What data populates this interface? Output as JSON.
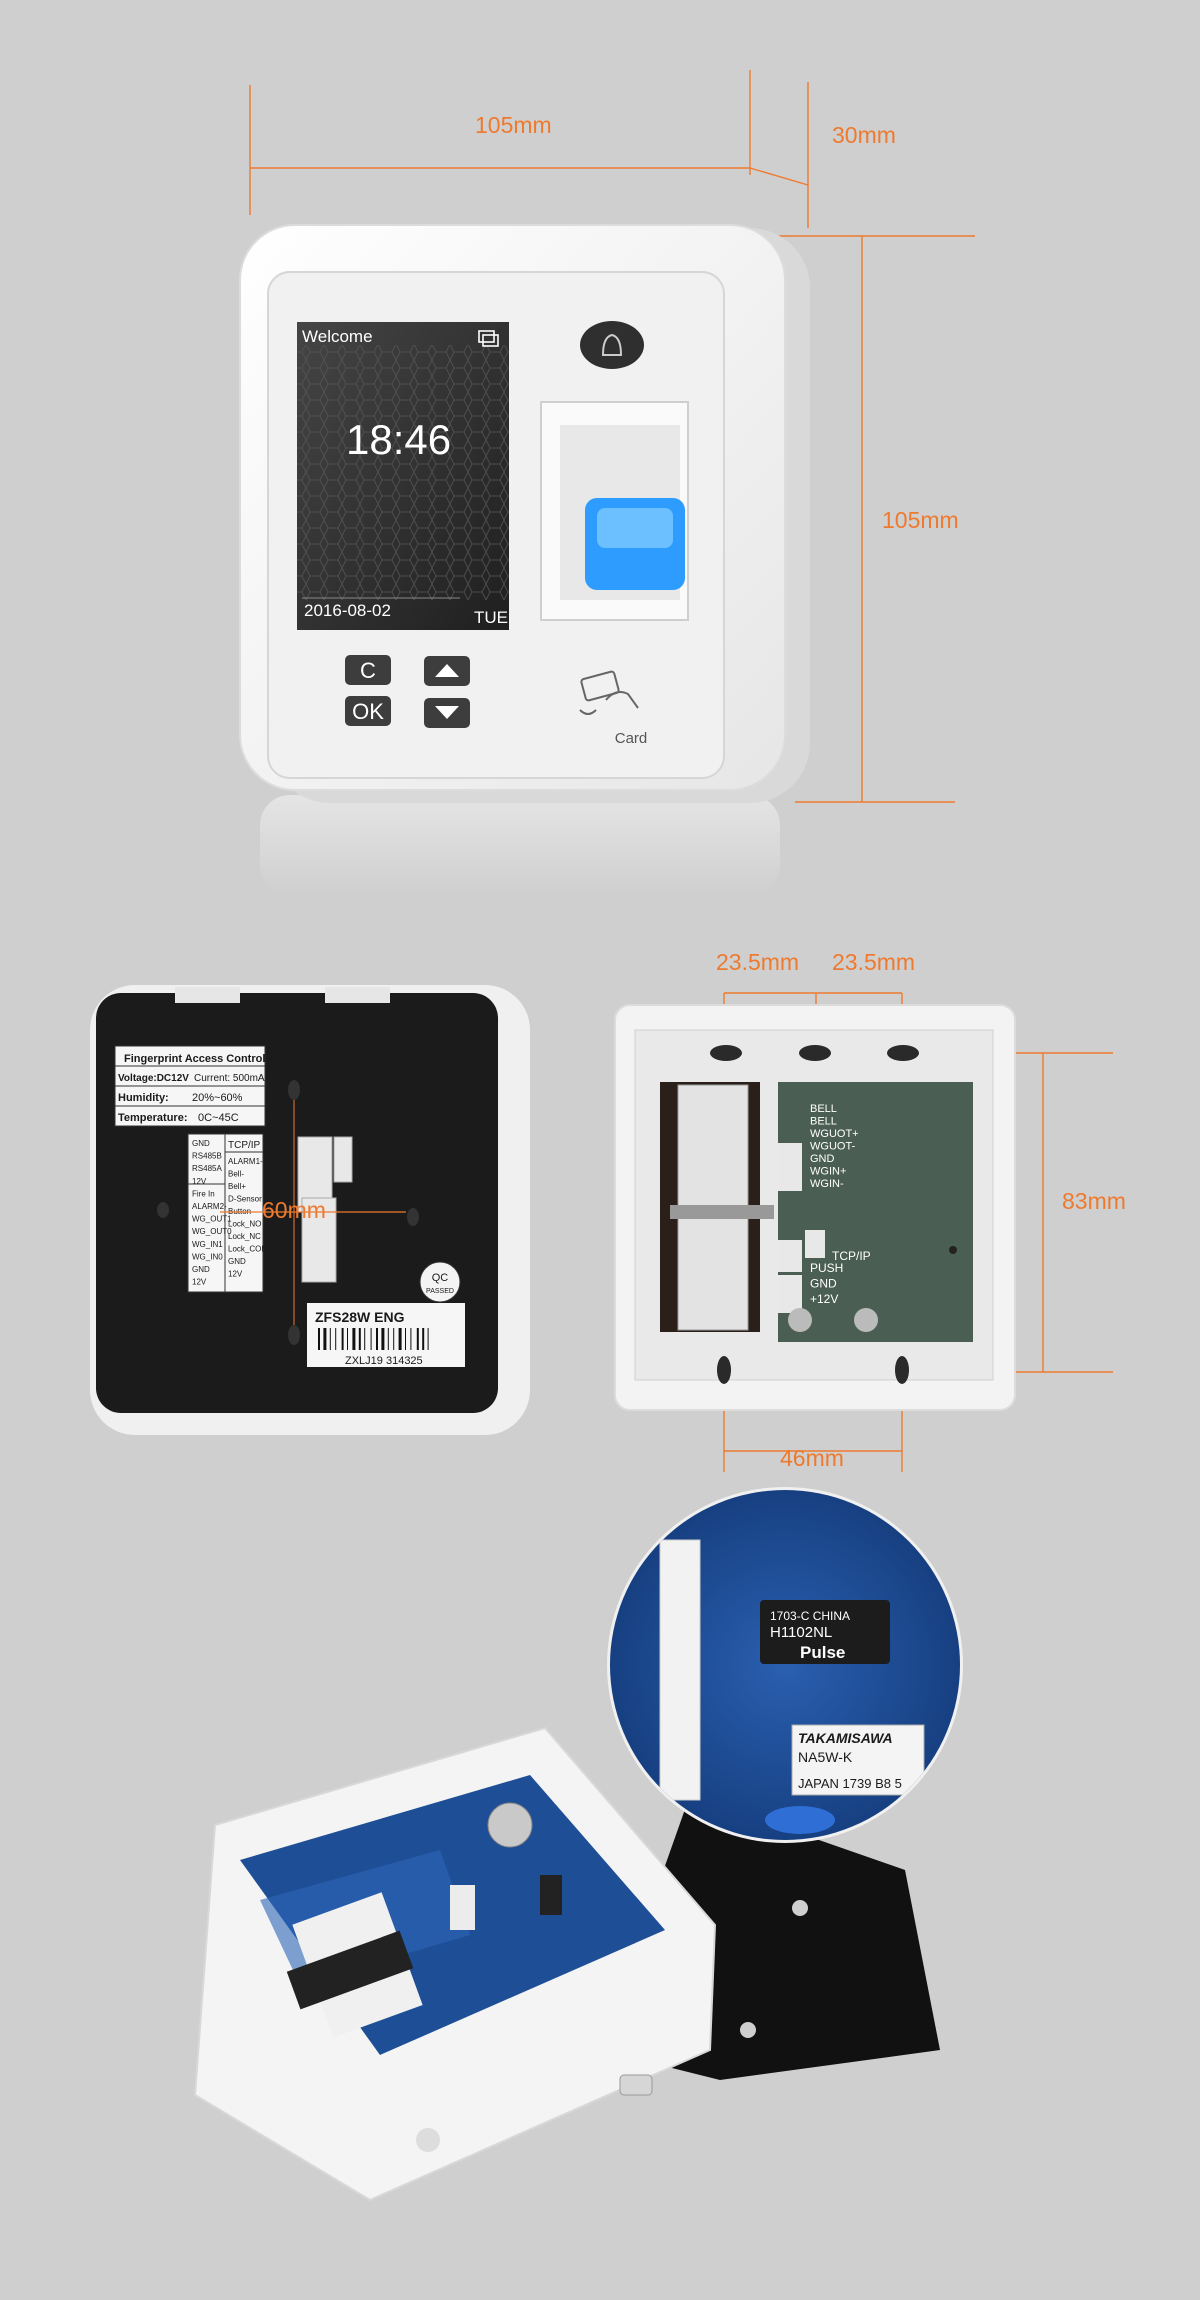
{
  "colors": {
    "background": "#cfcfcf",
    "dimension_lines": "#ee7a2f",
    "device_body": "#f4f4f4",
    "screen": "#2c2c2c",
    "sensor_glow": "#2e9cff",
    "pcb": "#1e4f96"
  },
  "front_view": {
    "dim_width": "105mm",
    "dim_depth": "30mm",
    "dim_height": "105mm",
    "screen": {
      "welcome": "Welcome",
      "time": "18:46",
      "date": "2016-08-02",
      "weekday": "TUE"
    },
    "keys": {
      "c": "C",
      "ok": "OK"
    },
    "card_label": "Card",
    "icons": [
      "monitor-icon",
      "bell-icon",
      "arrow-up-icon",
      "arrow-down-icon",
      "card-tap-icon"
    ]
  },
  "back_view": {
    "spec_title": "Fingerprint Access Controller",
    "voltage": "Voltage:DC12V",
    "current": "Current: 500mA",
    "humidity_label": "Humidity:",
    "humidity_value": "20%~60%",
    "temperature_label": "Temperature:",
    "temperature_value": "0C~45C",
    "pins_left": [
      "GND",
      "RS485B",
      "RS485A",
      "12V",
      "Fire In",
      "ALARM2-",
      "WG_OUT1",
      "WG_OUT0",
      "WG_IN1",
      "WG_IN0",
      "GND",
      "12V"
    ],
    "pins_mid_title": "TCP/IP",
    "pins_mid": [
      "ALARM1-",
      "Bell-",
      "Bell+",
      "D-Sensor",
      "Button",
      "Lock_NO",
      "Lock_NC",
      "Lock_COM",
      "GND",
      "12V"
    ],
    "dim_mount": "60mm",
    "qc_1": "QC",
    "qc_2": "PASSED",
    "model": "ZFS28W ENG",
    "serial": "ZXLJ19 314325"
  },
  "open_view": {
    "dim_gap_left": "23.5mm",
    "dim_gap_right": "23.5mm",
    "dim_height": "83mm",
    "dim_bottom": "46mm",
    "terminals": [
      "BELL",
      "BELL",
      "WGUOT+",
      "WGUOT-",
      "GND",
      "WGIN+",
      "WGIN-"
    ],
    "tcp_label": "TCP/IP",
    "push_terminals": [
      "PUSH",
      "GND",
      "+12V"
    ]
  },
  "internals": {
    "chip_brand": "Pulse",
    "chip_part": "H1102NL",
    "chip_code": "1703-C CHINA",
    "relay_brand": "TAKAMISAWA",
    "relay_part": "NA5W-K",
    "relay_origin": "JAPAN 1739 B8 5"
  }
}
